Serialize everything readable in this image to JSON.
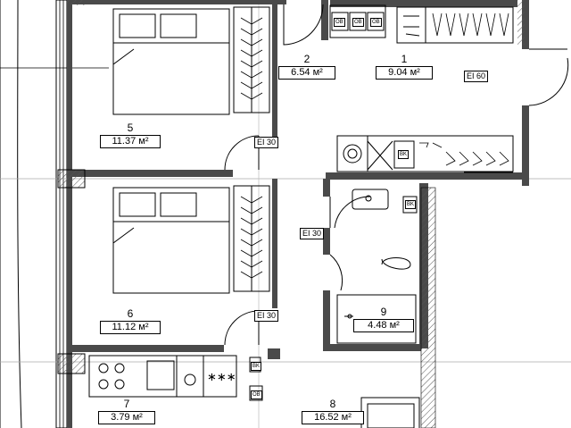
{
  "rooms": [
    {
      "id": "1",
      "number": "1",
      "area": "9.04 м²"
    },
    {
      "id": "2",
      "number": "2",
      "area": "6.54 м²"
    },
    {
      "id": "5",
      "number": "5",
      "area": "11.37 м²"
    },
    {
      "id": "6",
      "number": "6",
      "area": "11.12 м²"
    },
    {
      "id": "7",
      "number": "7",
      "area": "3.79 м²"
    },
    {
      "id": "8",
      "number": "8",
      "area": "16.52 м²"
    },
    {
      "id": "9",
      "number": "9",
      "area": "4.48 м²"
    }
  ],
  "fire_ratings": {
    "door_bedroom5": "EI 30",
    "door_bedroom6": "EI 30",
    "door_bathroom": "EI 30",
    "door_entrance": "EI 60"
  },
  "equipment_tags": {
    "ov1": "OB",
    "ov2": "OB",
    "ov3": "OB",
    "vk1": "BK",
    "vk2": "BK",
    "vk3": "BK",
    "ov4": "OB"
  },
  "stove_marks": "∗∗∗",
  "colors": {
    "wall": "#4a4a4a",
    "line": "#000000",
    "background": "#ffffff",
    "hatch": "#9a9a9a"
  }
}
